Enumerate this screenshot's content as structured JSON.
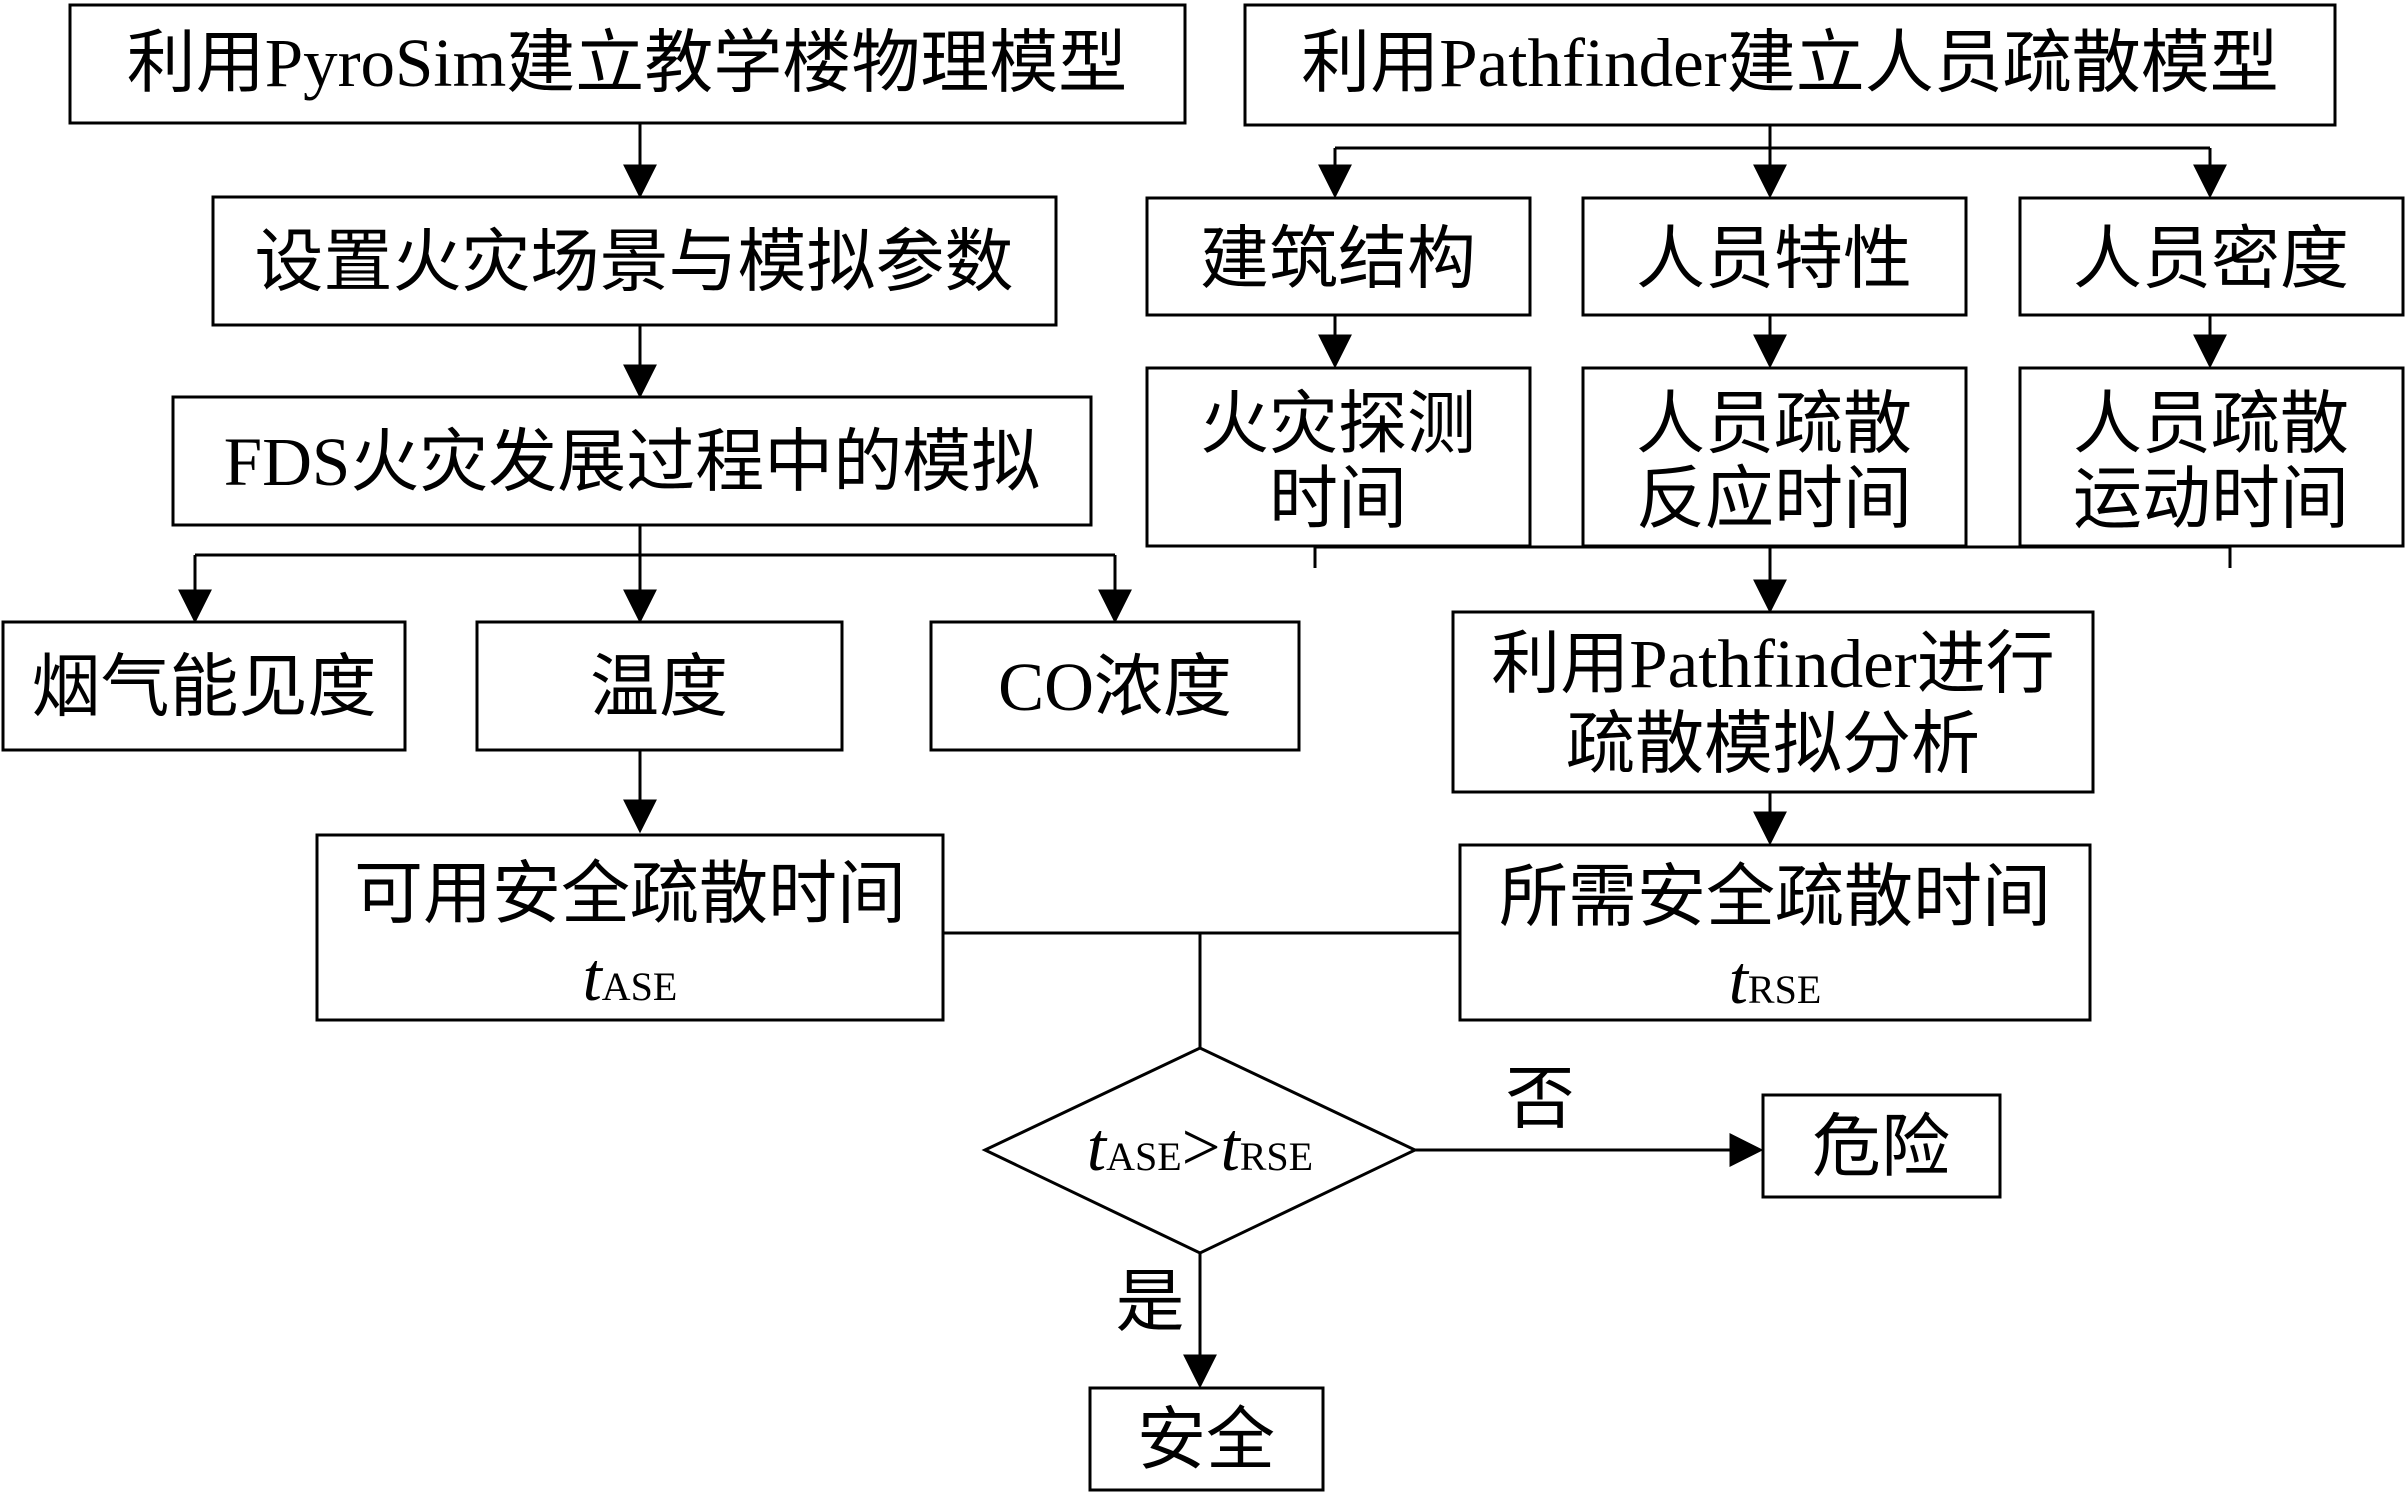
{
  "nodes": {
    "pyrosim_model": "利用PyroSim建立教学楼物理模型",
    "pathfinder_model": "利用Pathfinder建立人员疏散模型",
    "fire_scene_params": "设置火灾场景与模拟参数",
    "fds_simulation": "FDS火灾发展过程中的模拟",
    "smoke_visibility": "烟气能见度",
    "temperature": "温度",
    "co_concentration": "CO浓度",
    "building_structure": "建筑结构",
    "personnel_characteristics": "人员特性",
    "personnel_density": "人员密度",
    "fire_detection_time": [
      "火灾探测",
      "时间"
    ],
    "evacuation_reaction_time": [
      "人员疏散",
      "反应时间"
    ],
    "evacuation_movement_time": [
      "人员疏散",
      "运动时间"
    ],
    "pathfinder_analysis": [
      "利用Pathfinder进行",
      "疏散模拟分析"
    ],
    "aset": {
      "label": "可用安全疏散时间",
      "symbol": "t",
      "subscript": "ASE"
    },
    "rset": {
      "label": "所需安全疏散时间",
      "symbol": "t",
      "subscript": "RSE"
    },
    "decision": {
      "lhs": "t",
      "lhs_sub": "ASE",
      "op": ">",
      "rhs": "t",
      "rhs_sub": "RSE"
    },
    "danger": "危险",
    "safe": "安全"
  },
  "edge_labels": {
    "no": "否",
    "yes": "是"
  }
}
